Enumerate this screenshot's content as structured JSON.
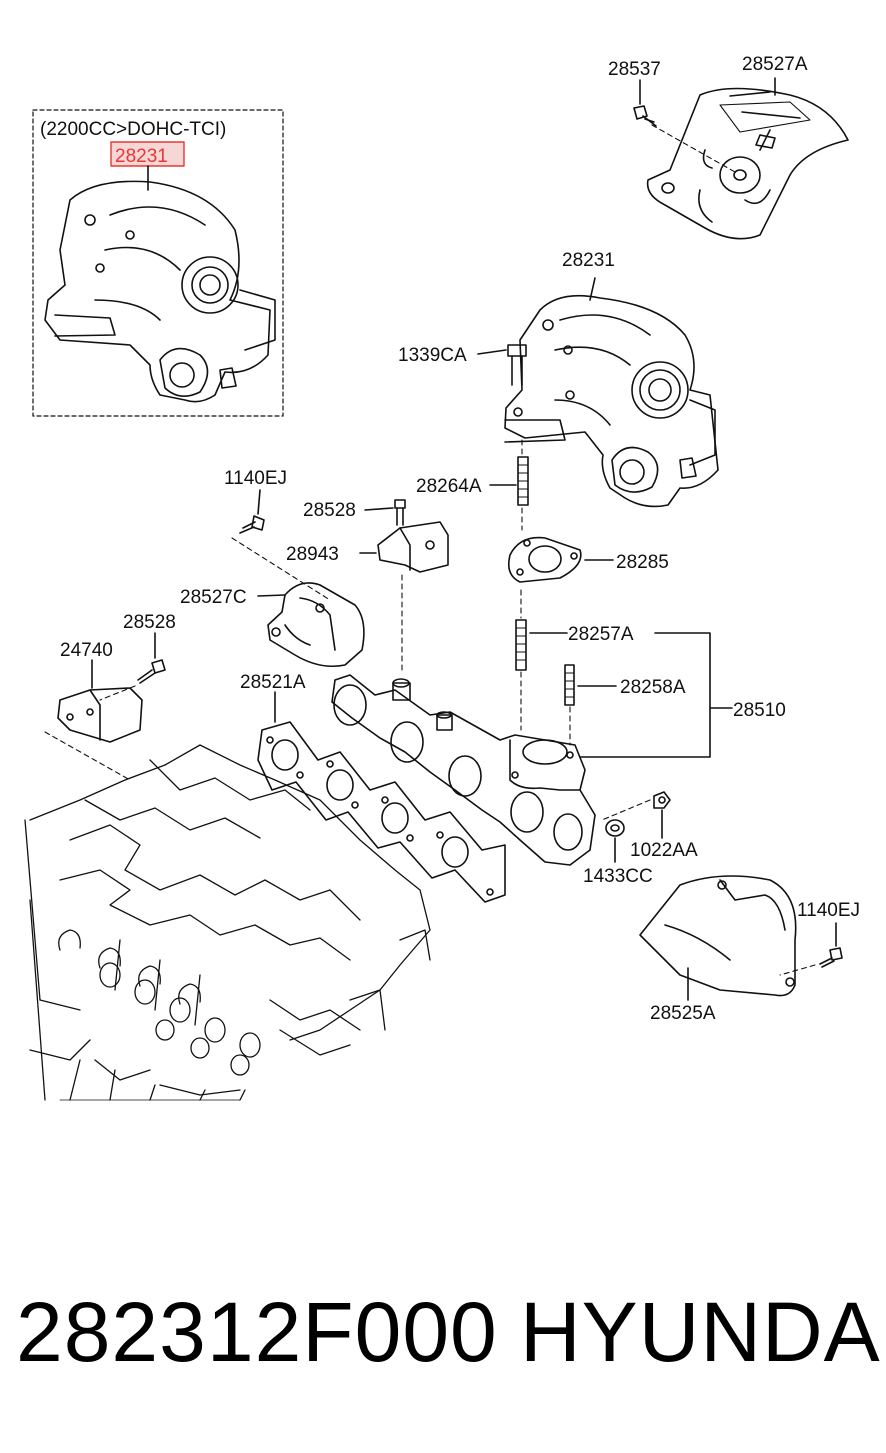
{
  "diagram": {
    "variant_note": "(2200CC>DOHC-TCI)",
    "highlighted_part": "28231",
    "labels": {
      "l28537": "28537",
      "l28527A": "28527A",
      "l28231": "28231",
      "l1339CA": "1339CA",
      "l1140EJ_a": "1140EJ",
      "l28264A": "28264A",
      "l28528_a": "28528",
      "l28943": "28943",
      "l28285": "28285",
      "l28527C": "28527C",
      "l28528_b": "28528",
      "l24740": "24740",
      "l28257A": "28257A",
      "l28521A": "28521A",
      "l28258A": "28258A",
      "l28510": "28510",
      "l1022AA": "1022AA",
      "l1433CC": "1433CC",
      "l1140EJ_b": "1140EJ",
      "l28525A": "28525A"
    },
    "highlight_color": "#e53935"
  },
  "caption": {
    "part_number": "282312F000",
    "brand": "HYUNDAI"
  }
}
